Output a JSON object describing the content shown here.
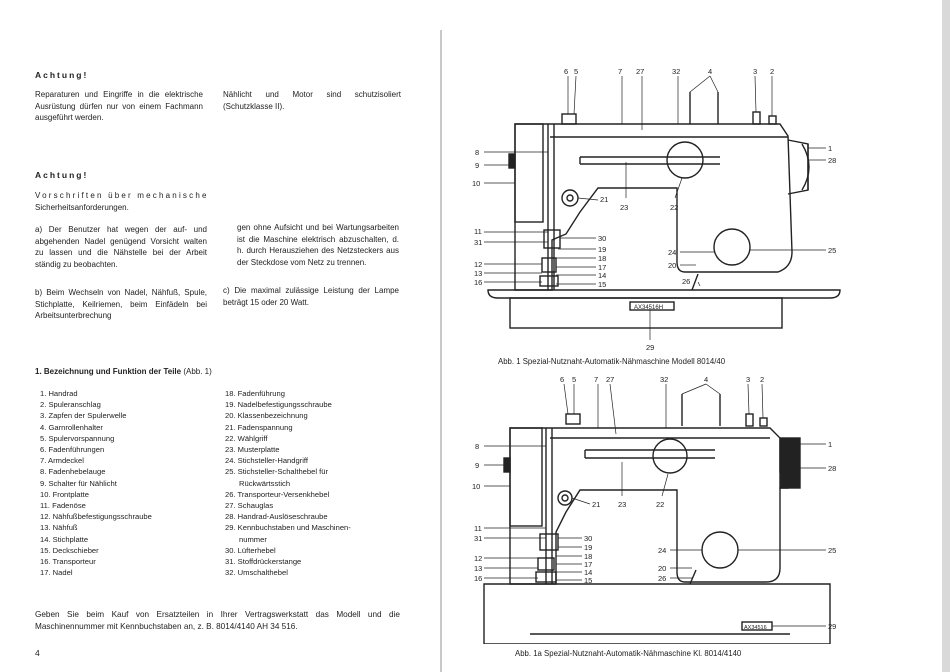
{
  "left_page": {
    "warning1": {
      "title": "Achtung!",
      "text_left": "Reparaturen und Eingriffe in die elektrische Ausrüstung dürfen nur von einem Fachmann ausgeführt werden.",
      "text_right": "Nählicht und Motor sind schutzisoliert (Schutzklasse II)."
    },
    "warning2": {
      "title": "Achtung!",
      "subtitle_spaced": "Vorschriften über mechanische",
      "subtitle_rest": "Sicherheitsanforderungen.",
      "item_a": "a) Der Benutzer hat wegen der auf- und abgehenden Nadel genügend Vorsicht walten zu lassen und die Nähstelle bei der Arbeit ständig zu beobachten.",
      "item_b": "b) Beim Wechseln von Nadel, Nähfuß, Spule, Stichplatte, Keilriemen, beim Einfädeln bei Arbeitsunterbrechung",
      "item_b_cont": "gen ohne Aufsicht und bei Wartungsarbeiten ist die Maschine elektrisch abzuschalten, d. h. durch Herausziehen des Netzsteckers aus der Steckdose vom Netz zu trennen.",
      "item_c": "c) Die maximal zulässige Leistung der Lampe beträgt 15 oder 20 Watt."
    },
    "section": {
      "title_bold": "1. Bezeichnung und Funktion der Teile",
      "title_rest": "(Abb. 1)"
    },
    "parts_col1": [
      "1. Handrad",
      "2. Spuleranschlag",
      "3. Zapfen der Spulerwelle",
      "4. Garnrollenhalter",
      "5. Spulervorspannung",
      "6. Fadenführungen",
      "7. Armdeckel",
      "8. Fadenhebelauge",
      "9. Schalter für Nählicht",
      "10. Frontplatte",
      "11. Fadenöse",
      "12. Nähfußbefestigungsschraube",
      "13. Nähfuß",
      "14. Stichplatte",
      "15. Deckschieber",
      "16. Transporteur",
      "17. Nadel"
    ],
    "parts_col2": [
      "18. Fadenführung",
      "19. Nadelbefestigungsschraube",
      "20. Klassenbezeichnung",
      "21. Fadenspannung",
      "22. Wählgriff",
      "23. Musterplatte",
      "24. Stichsteller-Handgriff",
      "25. Stichsteller-Schalthebel für",
      "Rückwärtsstich",
      "26. Transporteur-Versenkhebel",
      "27. Schauglas",
      "28. Handrad-Auslöseschraube",
      "29. Kennbuchstaben und Maschinen-",
      "nummer",
      "30. Lüfterhebel",
      "31. Stoffdrückerstange",
      "32. Umschalthebel"
    ],
    "footer_text": "Geben Sie beim Kauf von Ersatzteilen in Ihrer Vertragswerkstatt das Modell und die Maschinennummer mit Kennbuchstaben an, z. B. 8014/4140 AH 34 516.",
    "page_number": "4"
  },
  "right_page": {
    "figure1": {
      "caption": "Abb. 1    Spezial-Nutznaht-Automatik-Nähmaschine Modell 8014/40",
      "plate_text": "AX34516H",
      "labels": {
        "n6": "6",
        "n5": "5",
        "n7": "7",
        "n27": "27",
        "n32": "32",
        "n4": "4",
        "n3": "3",
        "n2": "2",
        "n8": "8",
        "n9": "9",
        "n10": "10",
        "n1": "1",
        "n28": "28",
        "n21": "21",
        "n23": "23",
        "n22": "22",
        "n11": "11",
        "n31": "31",
        "n30": "30",
        "n19": "19",
        "n18": "18",
        "n17": "17",
        "n14": "14",
        "n15": "15",
        "n12": "12",
        "n13": "13",
        "n16": "16",
        "n24": "24",
        "n20": "20",
        "n25": "25",
        "n26": "26",
        "n29": "29"
      }
    },
    "figure2": {
      "caption": "Abb. 1a    Spezial-Nutznaht-Automatik-Nähmaschine Kl. 8014/4140",
      "plate_text": "AX34516",
      "labels": {
        "n6": "6",
        "n5": "5",
        "n7": "7",
        "n27": "27",
        "n32": "32",
        "n4": "4",
        "n3": "3",
        "n2": "2",
        "n8": "8",
        "n9": "9",
        "n10": "10",
        "n1": "1",
        "n28": "28",
        "n21": "21",
        "n23": "23",
        "n22": "22",
        "n11": "11",
        "n31": "31",
        "n30": "30",
        "n19": "19",
        "n18": "18",
        "n17": "17",
        "n14": "14",
        "n15": "15",
        "n12": "12",
        "n13": "13",
        "n16": "16",
        "n24": "24",
        "n20": "20",
        "n25": "25",
        "n26": "26",
        "n29": "29"
      }
    }
  },
  "colors": {
    "ink": "#222222",
    "fold": "#c8c8c8",
    "paper": "#ffffff"
  }
}
